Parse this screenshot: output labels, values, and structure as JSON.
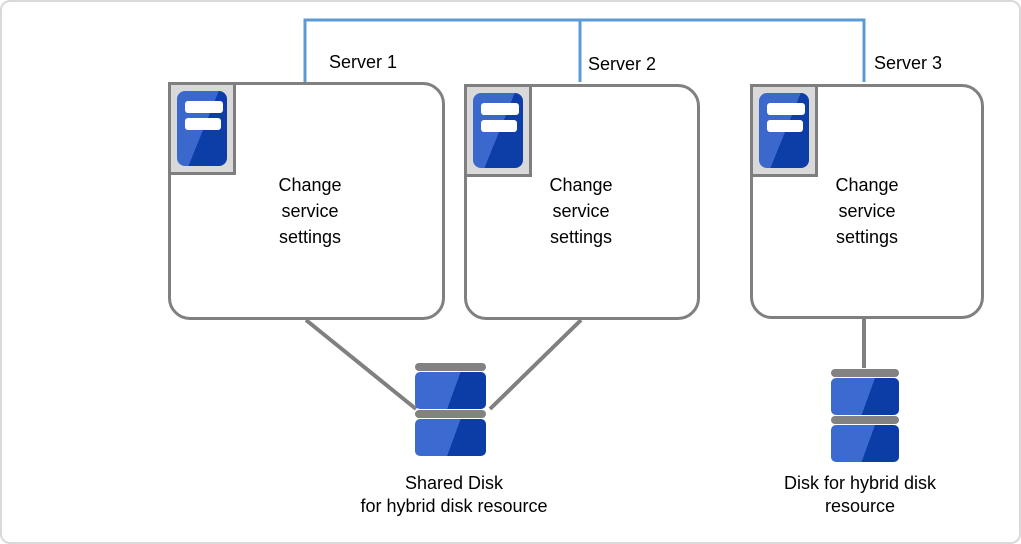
{
  "diagram": {
    "servers": [
      {
        "label": "Server 1",
        "body": "Change service settings"
      },
      {
        "label": "Server 2",
        "body": "Change service settings"
      },
      {
        "label": "Server 3",
        "body": "Change service settings"
      }
    ],
    "disks": [
      {
        "line1": "Shared Disk",
        "line2": "for hybrid disk resource"
      },
      {
        "line1": "Disk for hybrid disk",
        "line2": "resource"
      }
    ],
    "colors": {
      "interconnect_blue": "#5b9bd5",
      "connector_gray": "#808080",
      "box_border_gray": "#808080",
      "icon_frame_fill": "#d9d9d9",
      "icon_frame_border": "#7f7f7f",
      "icon_blue_light": "#3a68cd",
      "icon_blue_dark": "#0d3da6",
      "disk_blue_light": "#3b6ad0",
      "disk_blue_dark": "#0c3da6",
      "text": "#000000"
    }
  }
}
